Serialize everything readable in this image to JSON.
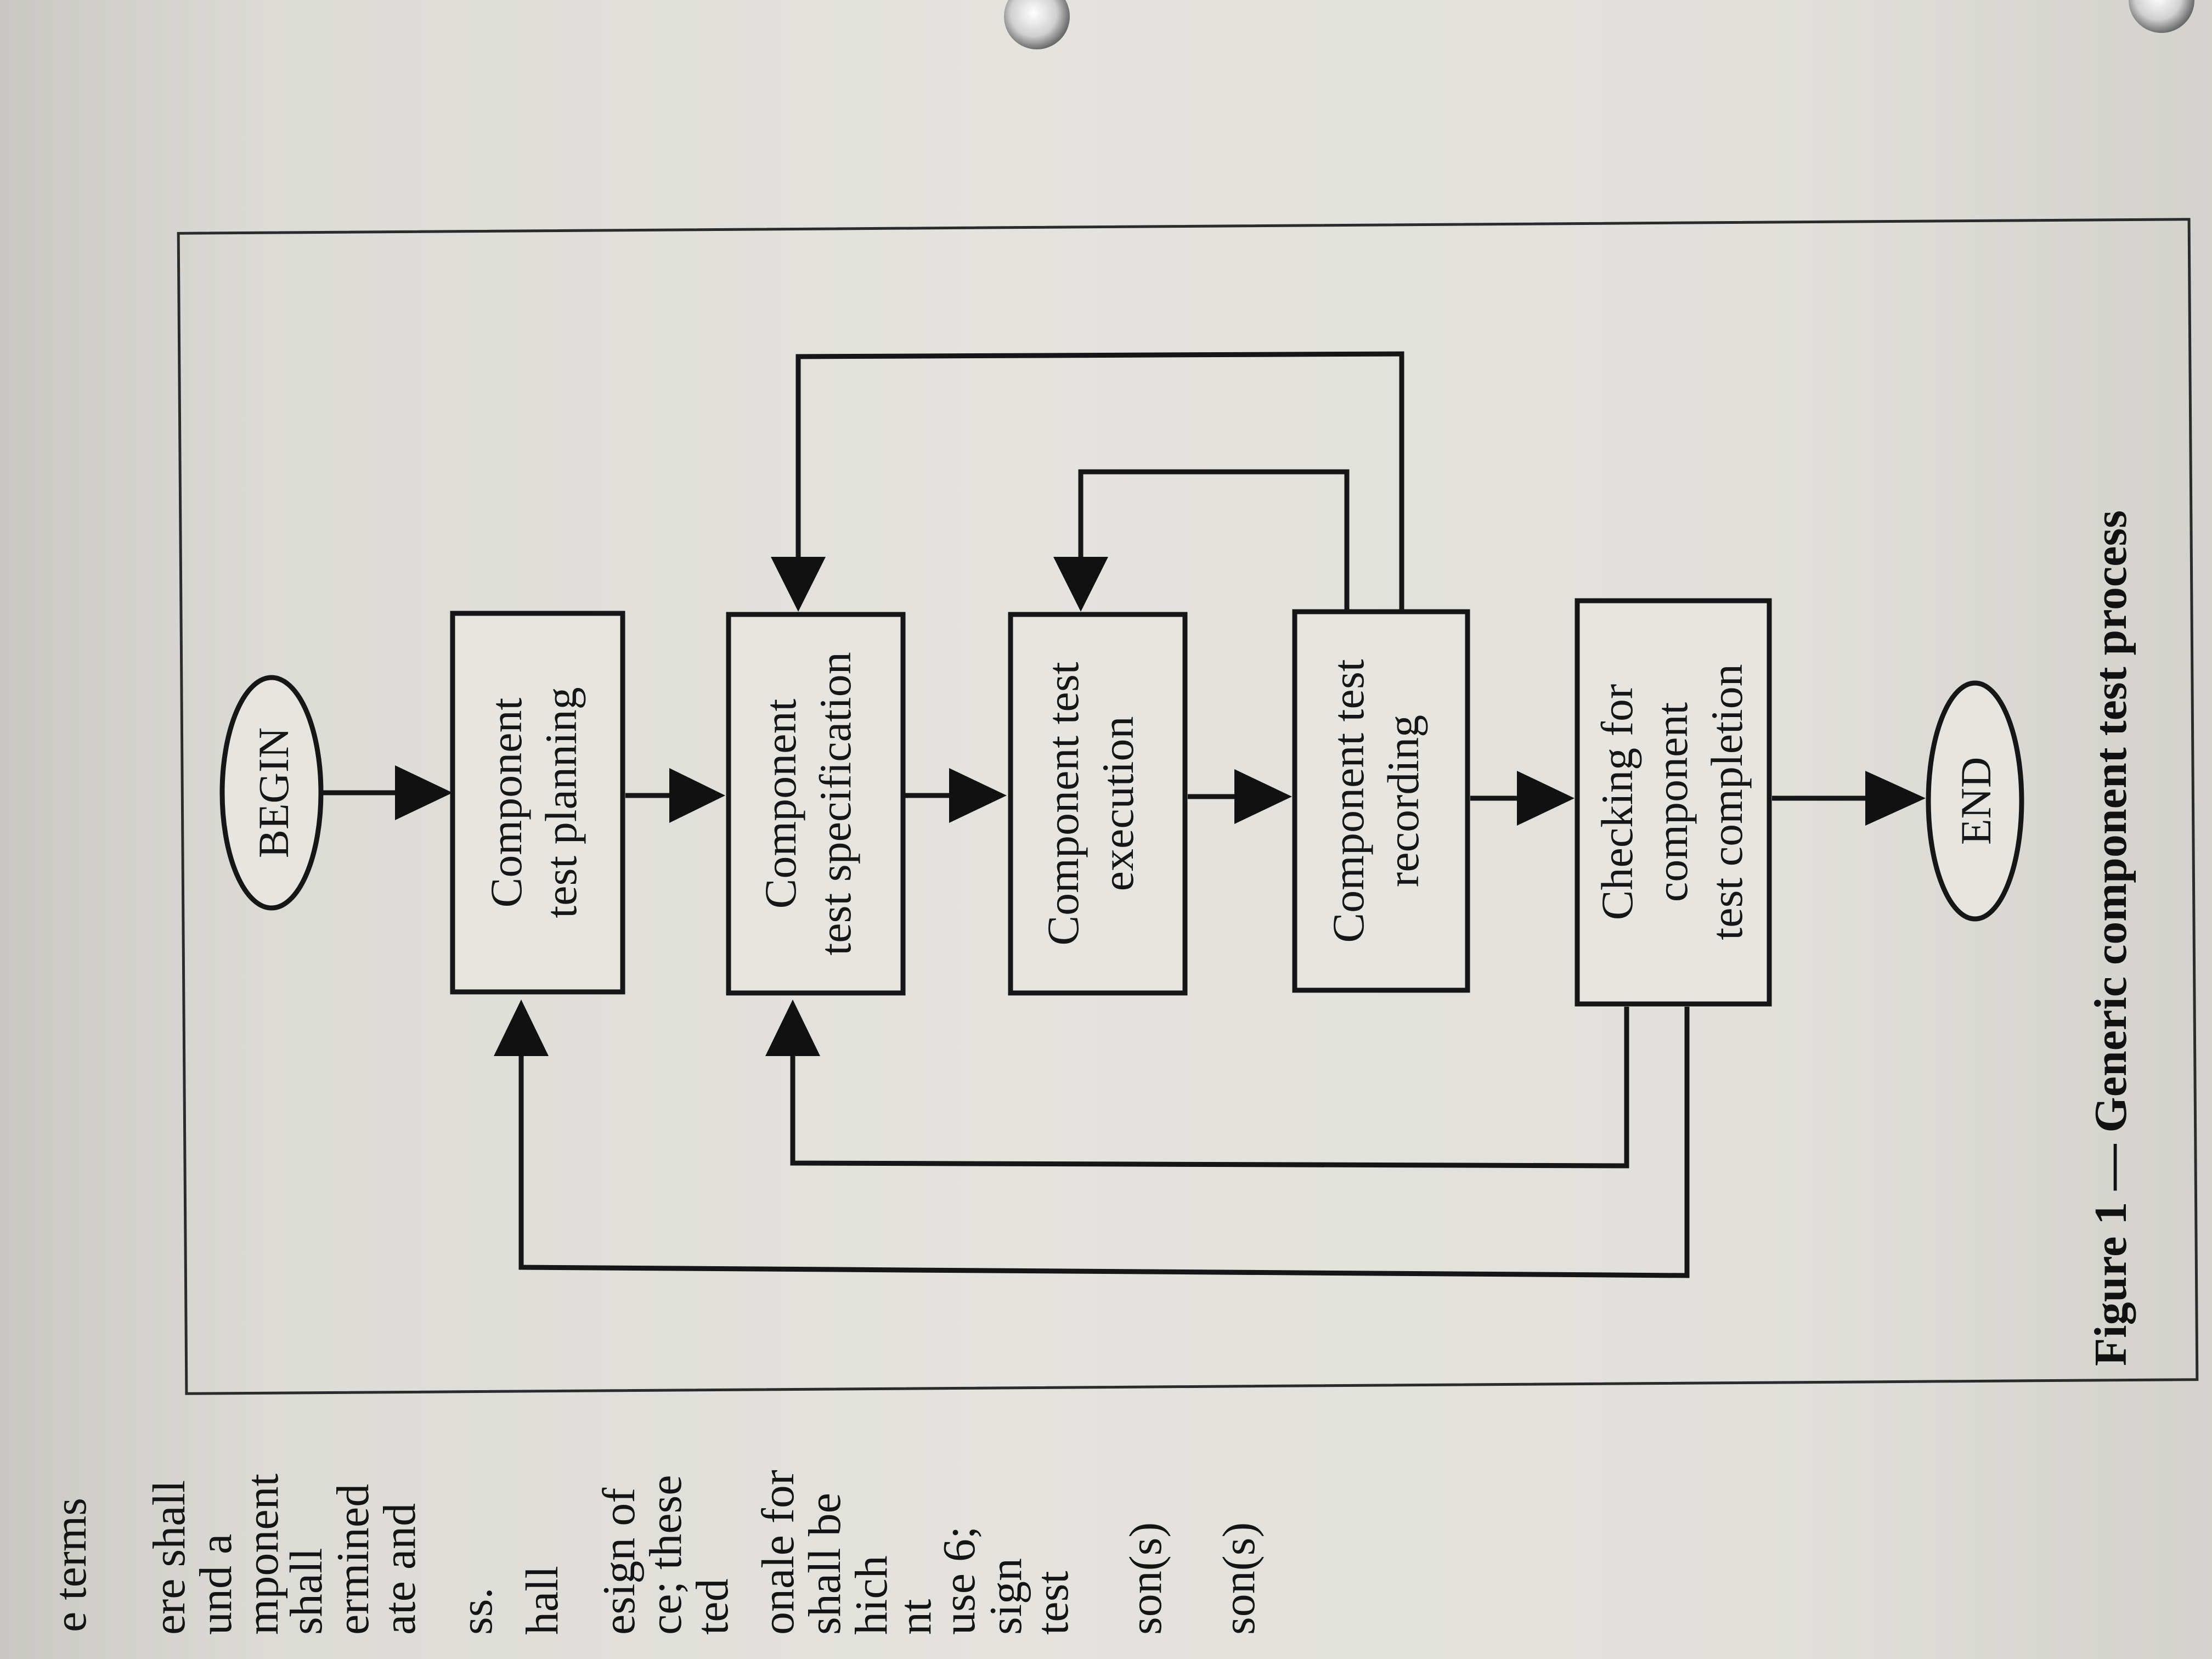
{
  "figure": {
    "caption": "Figure 1 — Generic component test process",
    "terminals": {
      "begin": "BEGIN",
      "end": "END"
    },
    "nodes": [
      {
        "lines": [
          "Component",
          "test planning"
        ]
      },
      {
        "lines": [
          "Component",
          "test specification"
        ]
      },
      {
        "lines": [
          "Component test",
          "execution"
        ]
      },
      {
        "lines": [
          "Component test",
          "recording"
        ]
      },
      {
        "lines": [
          "Checking for",
          "component",
          "test completion"
        ]
      }
    ]
  },
  "margin_text": {
    "lines": [
      "e terms",
      "ere shall",
      "und a",
      "mponent",
      "shall",
      "ermined",
      "ate and",
      "ss.",
      "hall",
      "esign of",
      "ce; these",
      "ted",
      "onale for",
      "shall be",
      "hich",
      "nt",
      "use 6;",
      "sign",
      "test",
      "son(s)",
      "",
      "son(s)"
    ]
  },
  "colors": {
    "paper": "#e4e3de",
    "ink": "#161616"
  }
}
